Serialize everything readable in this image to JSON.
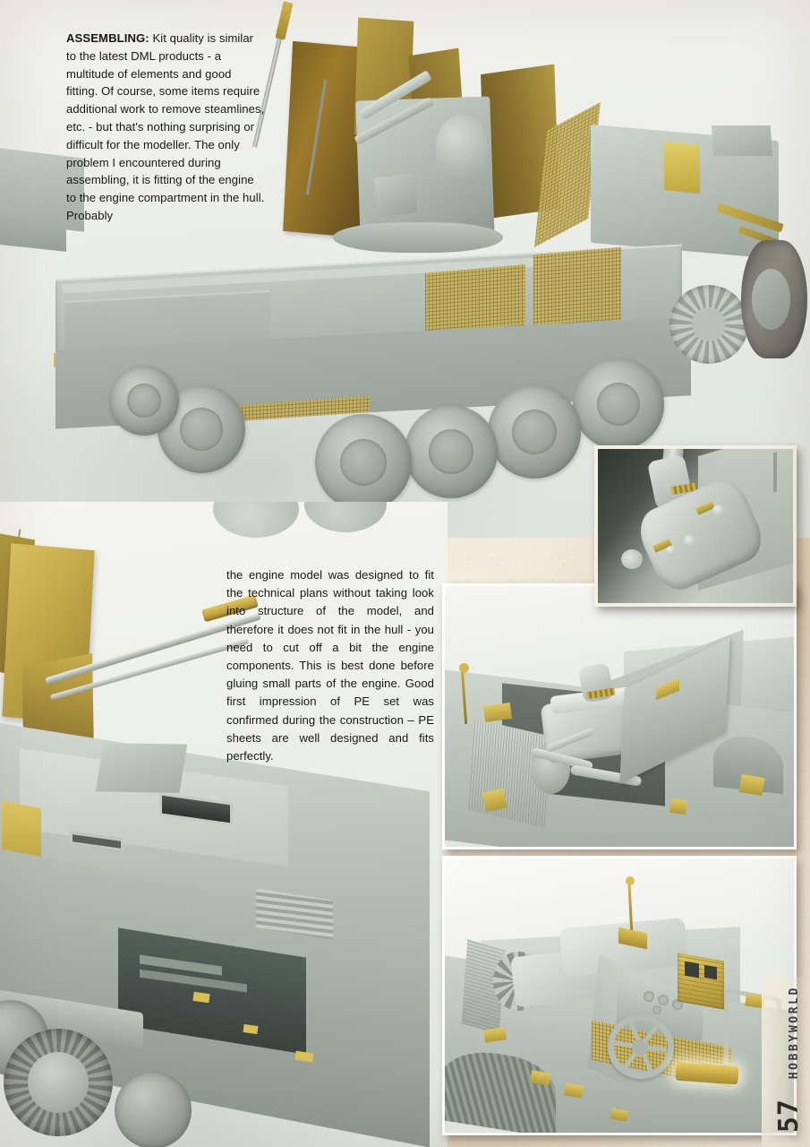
{
  "publication": {
    "brand": "HOBBYWORLD",
    "page_number": "57"
  },
  "article": {
    "sections": [
      {
        "id": "assembling",
        "lead_label": "ASSEMBLING:",
        "body": " Kit quality is similar to the latest DML products - a multitude of elements and good fitting. Of course, some items require additional work to remove steamlines, etc. - but that's nothing surprising or difficult for the modeller. The only problem I encountered during assembling, it is fitting of the engine to the engine compartment in the hull. Probably"
      },
      {
        "id": "engine-continuation",
        "lead_label": "",
        "body": "the engine model was designed to fit the technical plans without taking look into structure of the model, and therefore it does not fit in the hull - you need to cut off a bit the engine components. This is best done before gluing small parts of the engine. Good first impression of PE set was confirmed during the construction – PE sheets are well designed and fits perfectly."
      }
    ]
  },
  "photos": [
    {
      "id": "photo-top",
      "caption": "",
      "subject": "Assembled half-track anti-aircraft gun model, rear three-quarter view with brass gun shields raised"
    },
    {
      "id": "photo-bottom-left",
      "caption": "",
      "subject": "Front three-quarter view of armoured cab with raised brass gun shields and barrel"
    },
    {
      "id": "photo-inset",
      "caption": "",
      "subject": "Close-up of the completed engine block with photo-etched brass detail plates"
    },
    {
      "id": "photo-mid-right",
      "caption": "",
      "subject": "Engine fitted in the open engine compartment with radiator and hoses"
    },
    {
      "id": "photo-bottom-right",
      "caption": "",
      "subject": "Driver compartment with steering wheel, dashboard and photo-etched stowage box"
    }
  ],
  "colors": {
    "paper": "#efe7d8",
    "text": "#1b1713",
    "brass": "#c9a43a",
    "plastic_grey": "#b9c2ba",
    "brand_text": "#3b3a33"
  }
}
